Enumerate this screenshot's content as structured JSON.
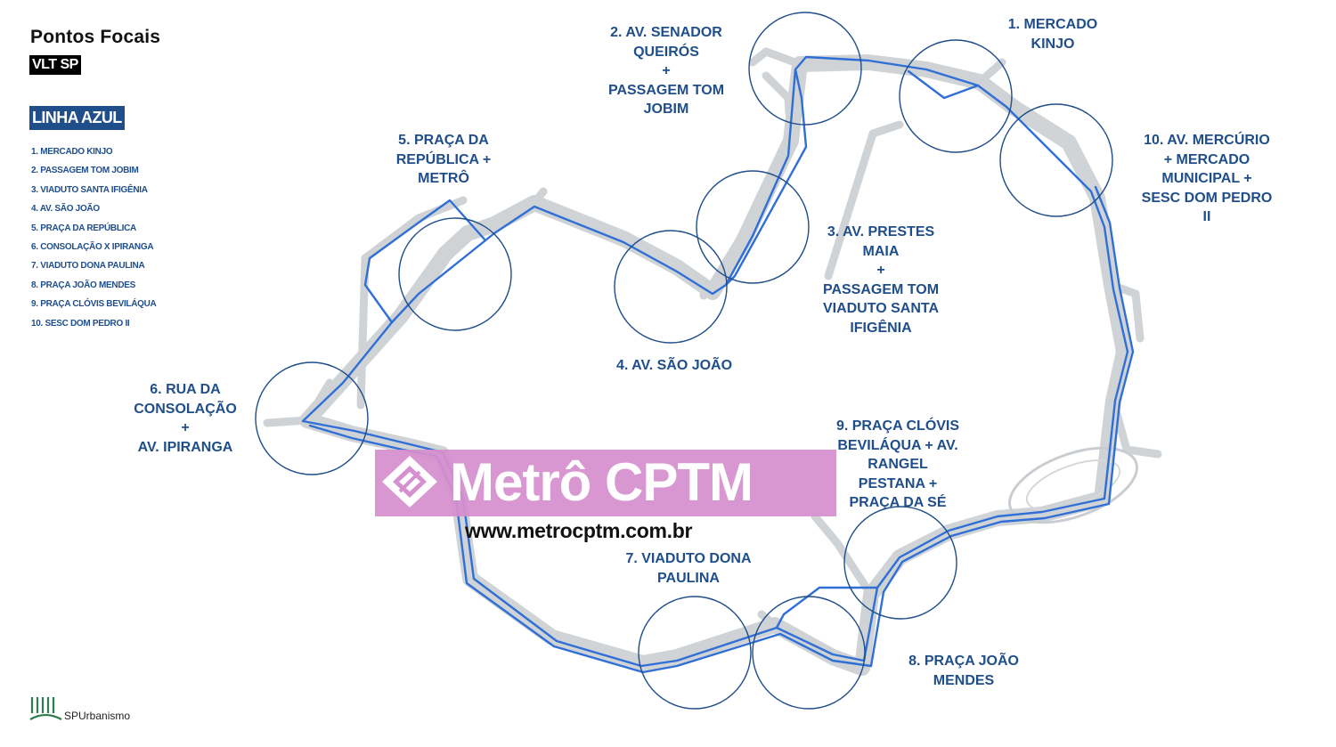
{
  "header": {
    "title": "Pontos Focais",
    "subtitle": "VLT SP"
  },
  "legend": {
    "title": "LINHA AZUL",
    "items": [
      "1. MERCADO KINJO",
      "2. PASSAGEM TOM JOBIM",
      "3. VIADUTO SANTA IFIGÊNIA",
      "4. AV. SÃO JOÃO",
      "5. PRAÇA DA REPÚBLICA",
      "6. CONSOLAÇÃO X IPIRANGA",
      "7. VIADUTO DONA PAULINA",
      "8. PRAÇA JOÃO MENDES",
      "9. PRAÇA CLÓVIS BEVILÁQUA",
      "10. SESC DOM PEDRO II"
    ]
  },
  "map": {
    "route_color": "#2f6fd6",
    "circle_color": "#1f4e8a",
    "focal_points": [
      {
        "label": "1. MERCADO\nKINJO"
      },
      {
        "label": "2. AV. SENADOR\nQUEIRÓS\n+\nPASSAGEM TOM\nJOBIM"
      },
      {
        "label": "3. AV. PRESTES\nMAIA\n+\nPASSAGEM TOM\nVIADUTO SANTA\nIFIGÊNIA"
      },
      {
        "label": "4. AV. SÃO JOÃO"
      },
      {
        "label": "5. PRAÇA DA\nREPÚBLICA +\nMETRÔ"
      },
      {
        "label": "6. RUA DA\nCONSOLAÇÃO\n+\nAV. IPIRANGA"
      },
      {
        "label": "7. VIADUTO DONA\nPAULINA"
      },
      {
        "label": "8. PRAÇA JOÃO\nMENDES"
      },
      {
        "label": "9. PRAÇA CLÓVIS\nBEVILÁQUA + AV.\nRANGEL\nPESTANA +\nPRAÇA DA SÉ"
      },
      {
        "label": "10. AV. MERCÚRIO\n+ MERCADO\nMUNICIPAL +\nSESC DOM PEDRO\nII"
      }
    ]
  },
  "watermark": {
    "brand": "Metrô CPTM",
    "url": "www.metrocptm.com.br",
    "color": "#d68fcf"
  },
  "footer": {
    "logo_text": "SPUrbanismo"
  }
}
